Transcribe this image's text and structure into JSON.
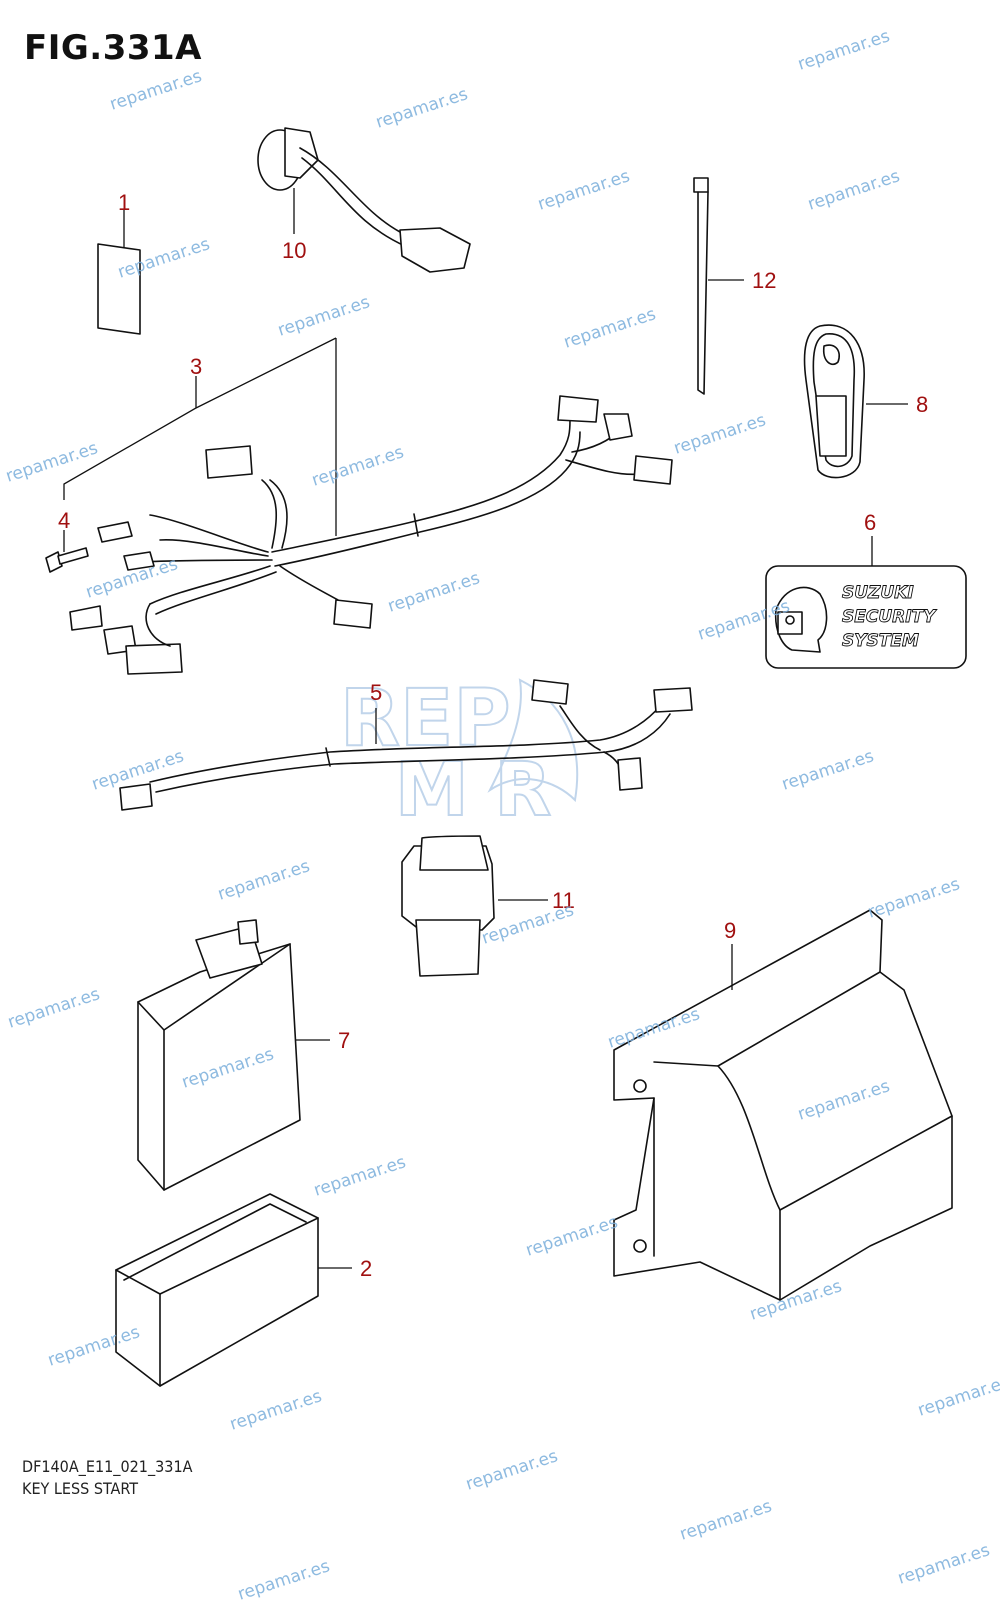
{
  "figure": {
    "title": "FIG.331A"
  },
  "callouts": [
    {
      "id": "1",
      "label": "1"
    },
    {
      "id": "2",
      "label": "2"
    },
    {
      "id": "3",
      "label": "3"
    },
    {
      "id": "4",
      "label": "4"
    },
    {
      "id": "5",
      "label": "5"
    },
    {
      "id": "6",
      "label": "6"
    },
    {
      "id": "7",
      "label": "7"
    },
    {
      "id": "8",
      "label": "8"
    },
    {
      "id": "9",
      "label": "9"
    },
    {
      "id": "10",
      "label": "10"
    },
    {
      "id": "11",
      "label": "11"
    },
    {
      "id": "12",
      "label": "12"
    }
  ],
  "badge": {
    "line1": "SUZUKI",
    "line2": "SECURITY",
    "line3": "SYSTEM"
  },
  "watermark": {
    "text": "repamar.es",
    "logo_top": "REP",
    "logo_bottom": "M  R"
  },
  "footer": {
    "code": "DF140A_E11_021_331A",
    "name": "KEY LESS START"
  }
}
